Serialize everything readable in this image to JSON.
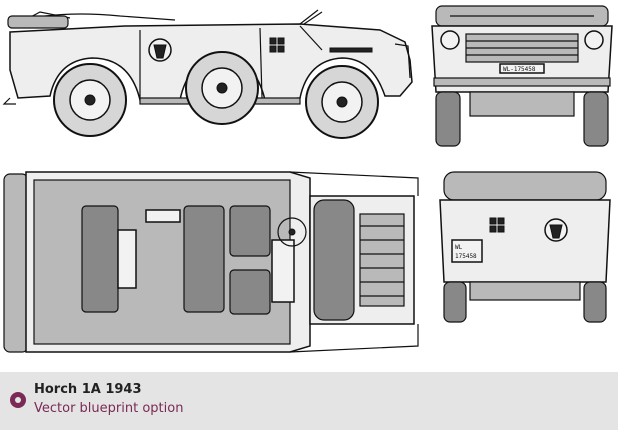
{
  "caption": {
    "title": "Horch 1A 1943",
    "subtitle": "Vector blueprint option"
  },
  "vehicle": {
    "front_plate": "WL-175458",
    "rear_plate_prefix": "WL",
    "rear_plate_number": "175458"
  },
  "colors": {
    "accent": "#7a2a55",
    "caption_bg": "#e4e4e4",
    "paint": "#eeeeee",
    "canvas_grey": "#b9b9b9"
  }
}
